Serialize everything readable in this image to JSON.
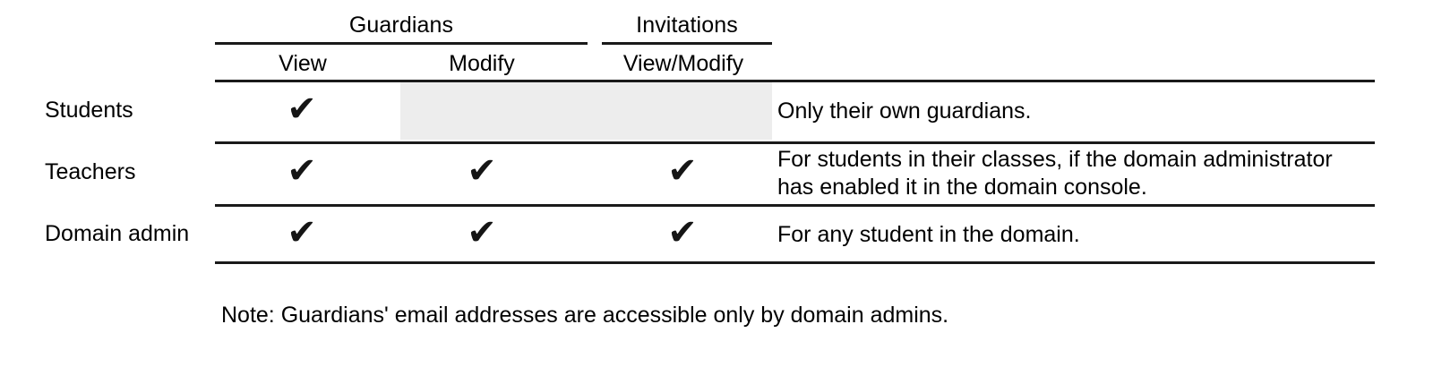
{
  "figure": {
    "title_note": "Guardian permissions matrix",
    "check_glyph": "✔",
    "shade_color": "#ededed",
    "rule_color": "#1a1a1a",
    "text_color": "#000000"
  },
  "header": {
    "groups": [
      {
        "label": "Guardians",
        "span": 2
      },
      {
        "label": "Invitations",
        "span": 1
      }
    ],
    "columns": [
      {
        "label": "View",
        "group": "Guardians"
      },
      {
        "label": "Modify",
        "group": "Guardians"
      },
      {
        "label": "View/Modify",
        "group": "Invitations"
      }
    ]
  },
  "rows": [
    {
      "label": "Students",
      "cells": [
        {
          "state": "allowed",
          "mark": "✔"
        },
        {
          "state": "disabled",
          "mark": ""
        },
        {
          "state": "disabled",
          "mark": ""
        }
      ],
      "description_lines": [
        "Only their own guardians."
      ]
    },
    {
      "label": "Teachers",
      "cells": [
        {
          "state": "allowed",
          "mark": "✔"
        },
        {
          "state": "allowed",
          "mark": "✔"
        },
        {
          "state": "allowed",
          "mark": "✔"
        }
      ],
      "description_lines": [
        "For students in their classes, if the domain administrator",
        "has enabled it in the domain console."
      ]
    },
    {
      "label": "Domain admin",
      "cells": [
        {
          "state": "allowed",
          "mark": "✔"
        },
        {
          "state": "allowed",
          "mark": "✔"
        },
        {
          "state": "allowed",
          "mark": "✔"
        }
      ],
      "description_lines": [
        "For any student in the domain."
      ]
    }
  ],
  "footnote": {
    "text": "Note: Guardians' email addresses are accessible only by domain admins."
  }
}
